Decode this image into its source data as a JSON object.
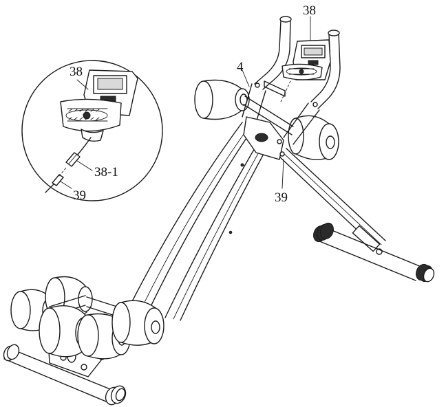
{
  "labels": {
    "console_top": "38",
    "frame_bolt": "4",
    "sensor_wire_main": "39",
    "inset_console": "38",
    "inset_connector": "38-1",
    "inset_wire": "39"
  },
  "colors": {
    "line": "#1a1a1a",
    "background": "#ffffff"
  }
}
